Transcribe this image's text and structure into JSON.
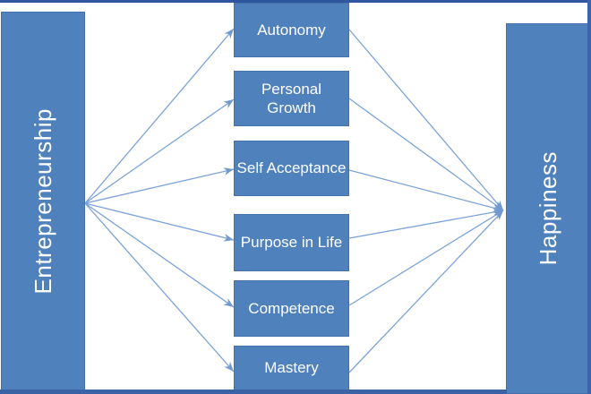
{
  "diagram": {
    "source": {
      "label": "Entrepreneurship"
    },
    "target": {
      "label": "Happiness"
    },
    "factors": [
      {
        "label": "Autonomy"
      },
      {
        "label": "Personal Growth"
      },
      {
        "label": "Self Acceptance"
      },
      {
        "label": "Purpose in Life"
      },
      {
        "label": "Competence"
      },
      {
        "label": "Mastery"
      }
    ],
    "edges": [
      {
        "from": "Entrepreneurship",
        "to": "Autonomy"
      },
      {
        "from": "Entrepreneurship",
        "to": "Personal Growth"
      },
      {
        "from": "Entrepreneurship",
        "to": "Self Acceptance"
      },
      {
        "from": "Entrepreneurship",
        "to": "Purpose in Life"
      },
      {
        "from": "Entrepreneurship",
        "to": "Competence"
      },
      {
        "from": "Entrepreneurship",
        "to": "Mastery"
      },
      {
        "from": "Autonomy",
        "to": "Happiness"
      },
      {
        "from": "Personal Growth",
        "to": "Happiness"
      },
      {
        "from": "Self Acceptance",
        "to": "Happiness"
      },
      {
        "from": "Purpose in Life",
        "to": "Happiness"
      },
      {
        "from": "Competence",
        "to": "Happiness"
      },
      {
        "from": "Mastery",
        "to": "Happiness"
      }
    ],
    "colors": {
      "node_fill": "#4f81bd",
      "node_text": "#ffffff",
      "arrow": "#7ba2d8",
      "page_border": "#2e57a0"
    }
  }
}
